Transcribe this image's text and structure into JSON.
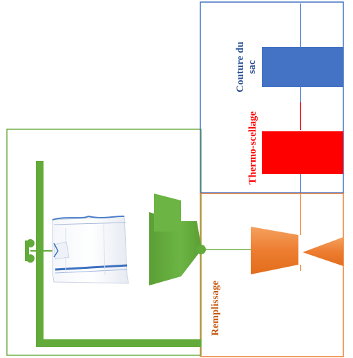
{
  "diagram": {
    "labels": {
      "sewing_line1": "Couture du",
      "sewing_line2": "sac",
      "thermo": "Thermo-scellage",
      "filling": "Remplissage"
    },
    "colors": {
      "frame_green": "#70ad47",
      "machine_green": "#62aa3a",
      "sewing_blue": "#4472c4",
      "sewing_text": "#2f5597",
      "thermo_red": "#ff0000",
      "filling_orange": "#ed7d31",
      "filling_text": "#c55a11"
    },
    "icons": [
      "big-bag-icon",
      "hook-icon",
      "hopper-icon",
      "valve-icon"
    ]
  }
}
